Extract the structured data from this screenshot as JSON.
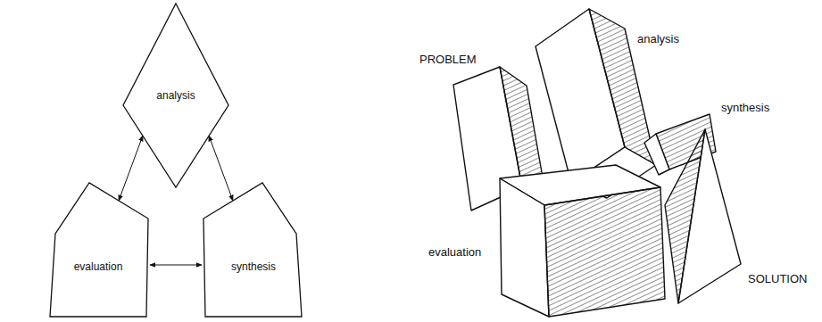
{
  "diagram": {
    "nodes": [
      {
        "text": [
          "analysis"
        ]
      },
      {
        "text": [
          "evaluation"
        ]
      },
      {
        "text": [
          "synthesis"
        ]
      }
    ],
    "edges": [
      {
        "from": 0,
        "to": 1,
        "arrow": "both"
      },
      {
        "from": 0,
        "to": 2,
        "arrow": "both"
      },
      {
        "from": 1,
        "to": 2,
        "arrow": "both"
      }
    ],
    "labels": [
      "PROBLEM",
      "analysis",
      "synthesis",
      "evaluation",
      "SOLUTION"
    ]
  }
}
